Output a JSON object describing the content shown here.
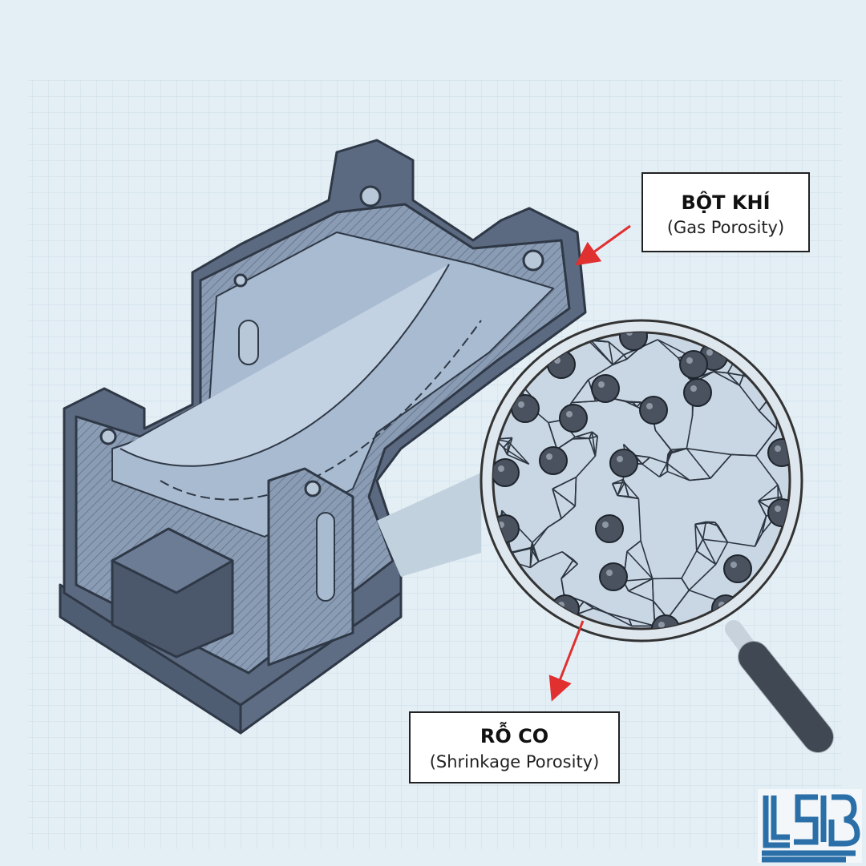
{
  "labels": {
    "gas": {
      "title": "BỘT KHÍ",
      "subtitle": "(Gas Porosity)"
    },
    "shrinkage": {
      "title": "RỖ CO",
      "subtitle": "(Shrinkage Porosity)"
    }
  },
  "logo": {
    "text": "LSB",
    "color": "#2a6fa8"
  },
  "colors": {
    "background": "#e3eef5",
    "grid": "#cddde8",
    "casting": "#5b6a80",
    "casting_face": "#8fa3bb",
    "arrow": "#e03030",
    "pore": "#4a5260"
  }
}
